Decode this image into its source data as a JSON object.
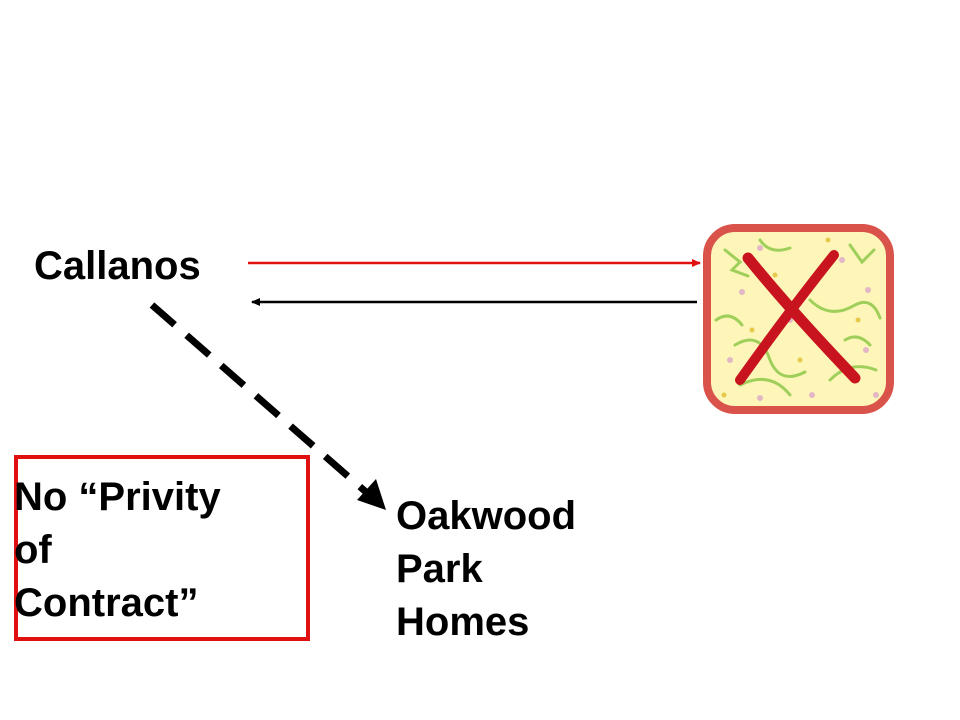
{
  "diagram": {
    "party_left": "Callanos",
    "party_bottom": [
      "Oakwood",
      "Park",
      "Homes"
    ],
    "note_box": [
      "No “Privity",
      "of",
      "Contract”"
    ],
    "third_party_icon": "crossed-out-decorative-tile-icon",
    "colors": {
      "arrow_to_right": "#e01010",
      "arrow_to_left": "#000000",
      "dashed_arrow": "#000000",
      "note_border": "#e01010",
      "tile_border": "#d9534a",
      "tile_fill": "#fdf6b8",
      "cross": "#c8141e"
    }
  }
}
